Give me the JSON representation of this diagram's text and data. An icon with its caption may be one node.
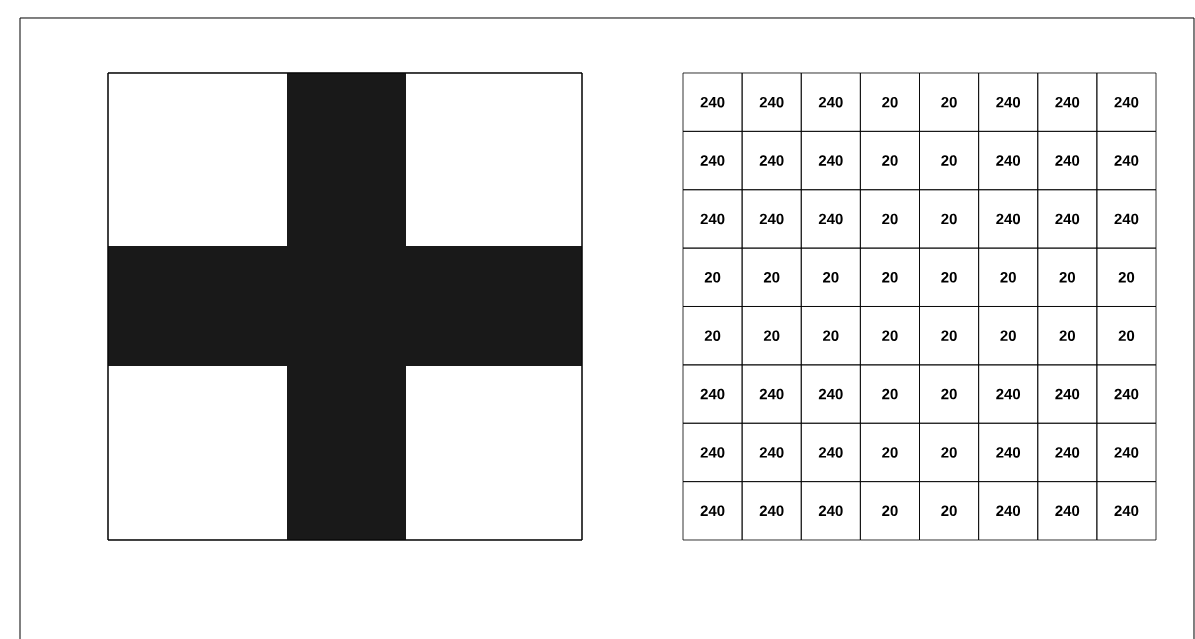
{
  "diagram": {
    "labels": [
      "240",
      "240",
      "240",
      "20",
      "20",
      "240",
      "240",
      "240",
      "240",
      "240",
      "240",
      "20",
      "20",
      "240",
      "240",
      "240",
      "240",
      "240",
      "240",
      "20",
      "20",
      "240",
      "240",
      "240",
      "20",
      "20",
      "20",
      "20",
      "20",
      "20",
      "20",
      "20",
      "20",
      "20",
      "20",
      "20",
      "20",
      "20",
      "20",
      "20",
      "240",
      "240",
      "240",
      "20",
      "20",
      "240",
      "240",
      "240",
      "240",
      "240",
      "240",
      "20",
      "20",
      "240",
      "240",
      "240",
      "240",
      "240",
      "240",
      "20",
      "20",
      "240",
      "240",
      "240"
    ]
  }
}
